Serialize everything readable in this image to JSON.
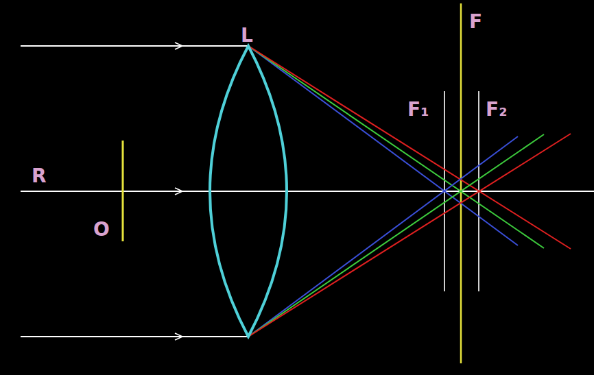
{
  "diagram": {
    "labels": [
      "L",
      "F",
      "F₁",
      "F₂",
      "R",
      "O"
    ]
  }
}
